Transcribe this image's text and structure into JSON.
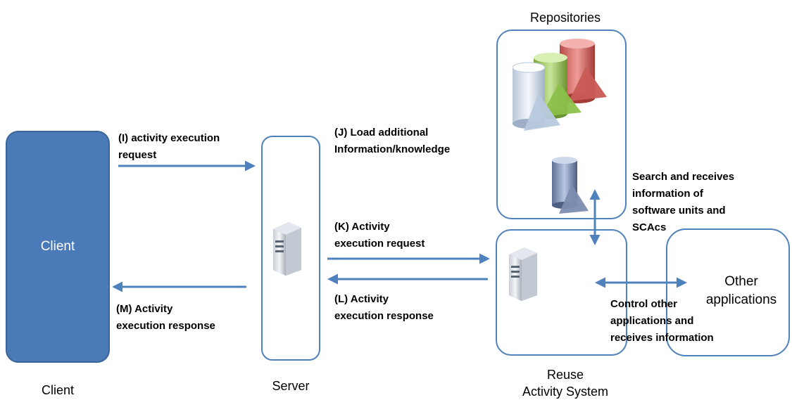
{
  "client": {
    "box_label": "Client",
    "caption": "Client"
  },
  "server": {
    "caption": "Server"
  },
  "repositories": {
    "caption": "Repositories"
  },
  "reuse": {
    "caption_line1": "Reuse",
    "caption_line2": "Activity System"
  },
  "other_apps": {
    "line1": "Other",
    "line2": "applications"
  },
  "labels": {
    "i": {
      "line1": "(I) activity execution",
      "line2": "request"
    },
    "j": {
      "line1": "(J) Load additional",
      "line2": "Information/knowledge"
    },
    "k": {
      "line1": "(K) Activity",
      "line2": "execution request"
    },
    "l": {
      "line1": "(L) Activity",
      "line2": "execution response"
    },
    "m": {
      "line1": "(M) Activity",
      "line2": "execution response"
    },
    "search": {
      "line1": "Search and receives",
      "line2": "information of",
      "line3": "software units and",
      "line4": "SCAcs"
    },
    "control": {
      "line1": "Control other",
      "line2": "applications and",
      "line3": "receives information"
    }
  },
  "colors": {
    "accent": "#4f81bd",
    "client_fill": "#4a7ab8"
  },
  "icons": [
    "server-tower-icon",
    "database-cylinder-icon"
  ]
}
